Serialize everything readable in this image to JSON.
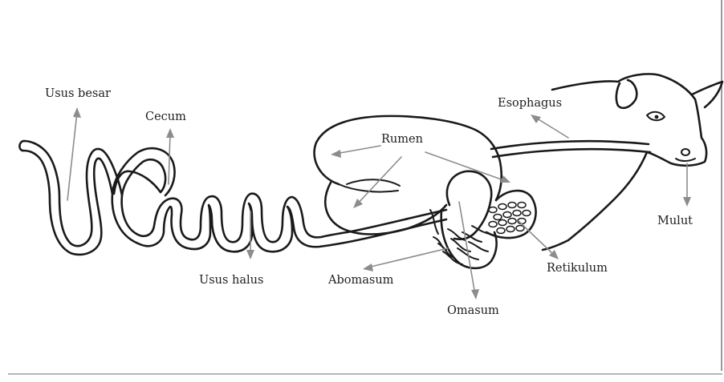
{
  "labels": {
    "usus_besar": "Usus besar",
    "cecum": "Cecum",
    "usus_halus": "Usus halus",
    "rumen": "Rumen",
    "abomasum": "Abomasum",
    "omasum": "Omasum",
    "retikulum": "Retikulum",
    "esophagus": "Esophagus",
    "mulut": "Mulut"
  },
  "colors": {
    "outline": "#1a1a1a",
    "pointer": "#8c8c8c",
    "frame": "#9a9a9a",
    "background": "#ffffff"
  }
}
